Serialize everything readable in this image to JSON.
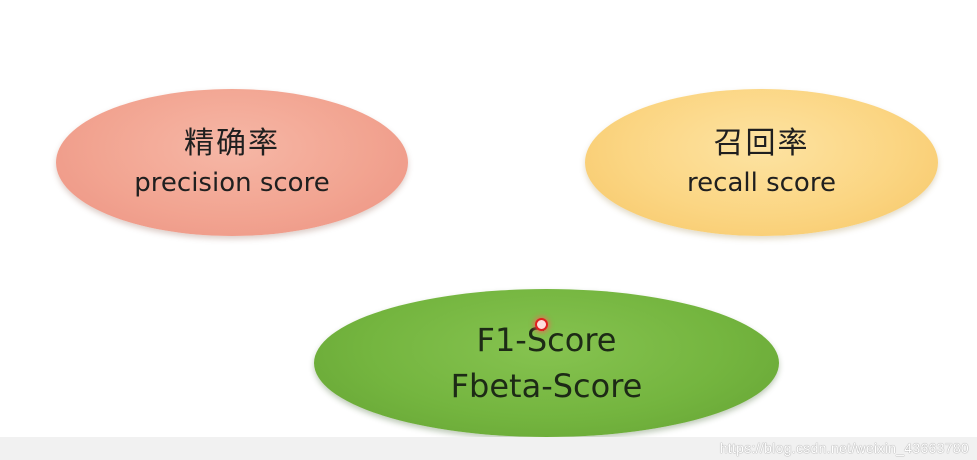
{
  "nodes": {
    "precision": {
      "zh": "精确率",
      "en": "precision score",
      "color": "#f2a491"
    },
    "recall": {
      "zh": "召回率",
      "en": "recall score",
      "color": "#fbd582"
    },
    "fscore": {
      "line1": "F1-Score",
      "line2": "Fbeta-Score",
      "color": "#74b53f"
    }
  },
  "watermark": {
    "text": "https://blog.csdn.net/weixin_43663780"
  }
}
